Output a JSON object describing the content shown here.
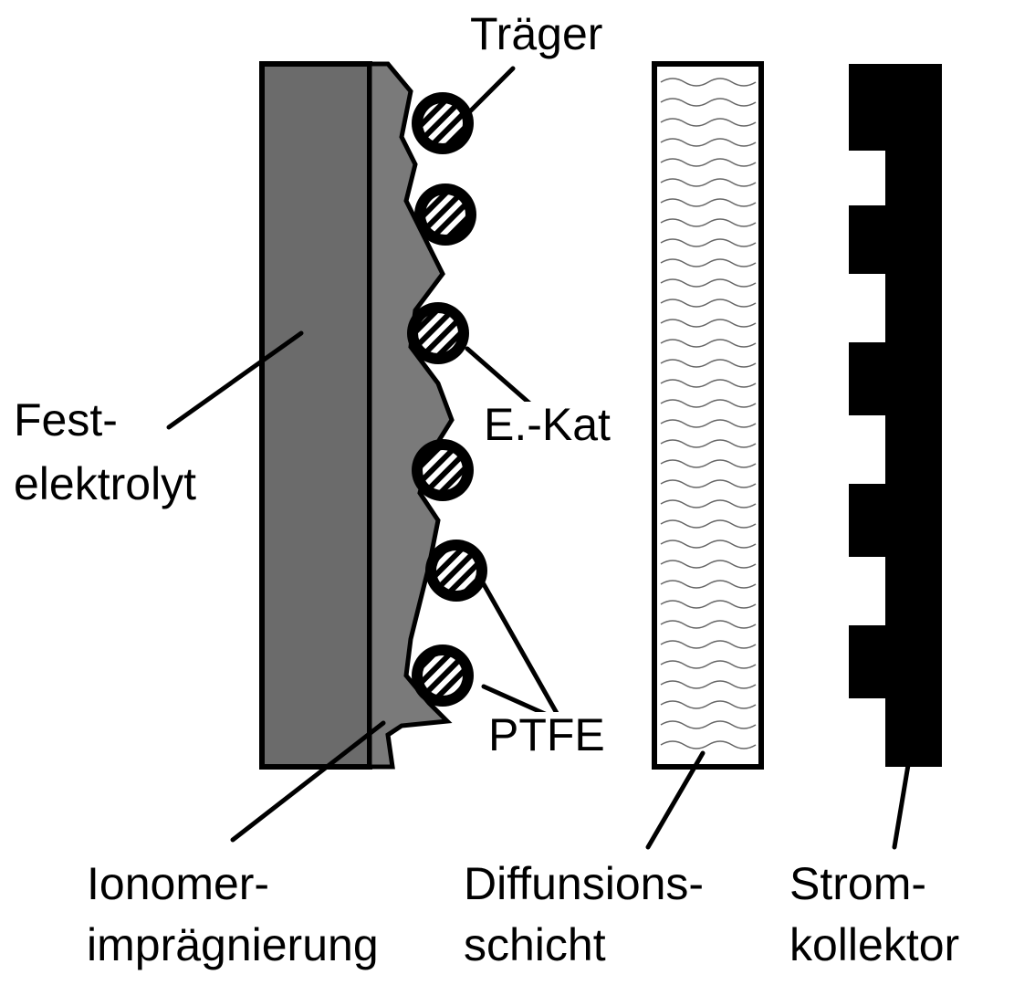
{
  "labels": {
    "traeger": "Träger",
    "festelektrolyt_1": "Fest-",
    "festelektrolyt_2": "elektrolyt",
    "ekat": "E.-Kat",
    "ptfe": "PTFE",
    "ionomer_1": "Ionomer-",
    "ionomer_2": "imprägnierung",
    "diffusion_1": "Diffunsions-",
    "diffusion_2": "schicht",
    "strom_1": "Strom-",
    "strom_2": "kollektor"
  },
  "colors": {
    "electrolyte": "#6b6b6b",
    "ionomer": "#7a7a7a",
    "ink": "#000000"
  }
}
